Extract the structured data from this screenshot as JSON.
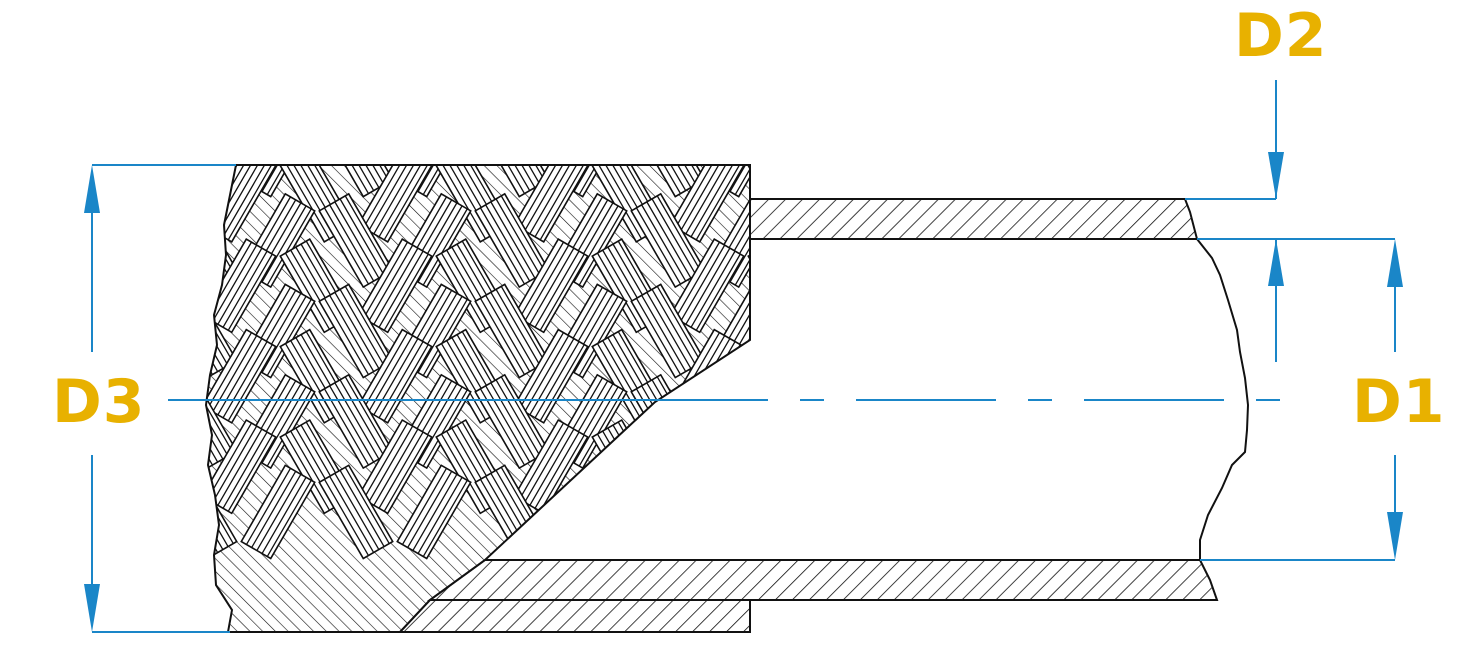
{
  "labels": {
    "d1": "D1",
    "d2": "D2",
    "d3": "D3"
  },
  "colors": {
    "label": "#e8b100",
    "dimension": "#1a86c8",
    "outline": "#111111",
    "hatch": "#111111",
    "background": "#ffffff"
  }
}
